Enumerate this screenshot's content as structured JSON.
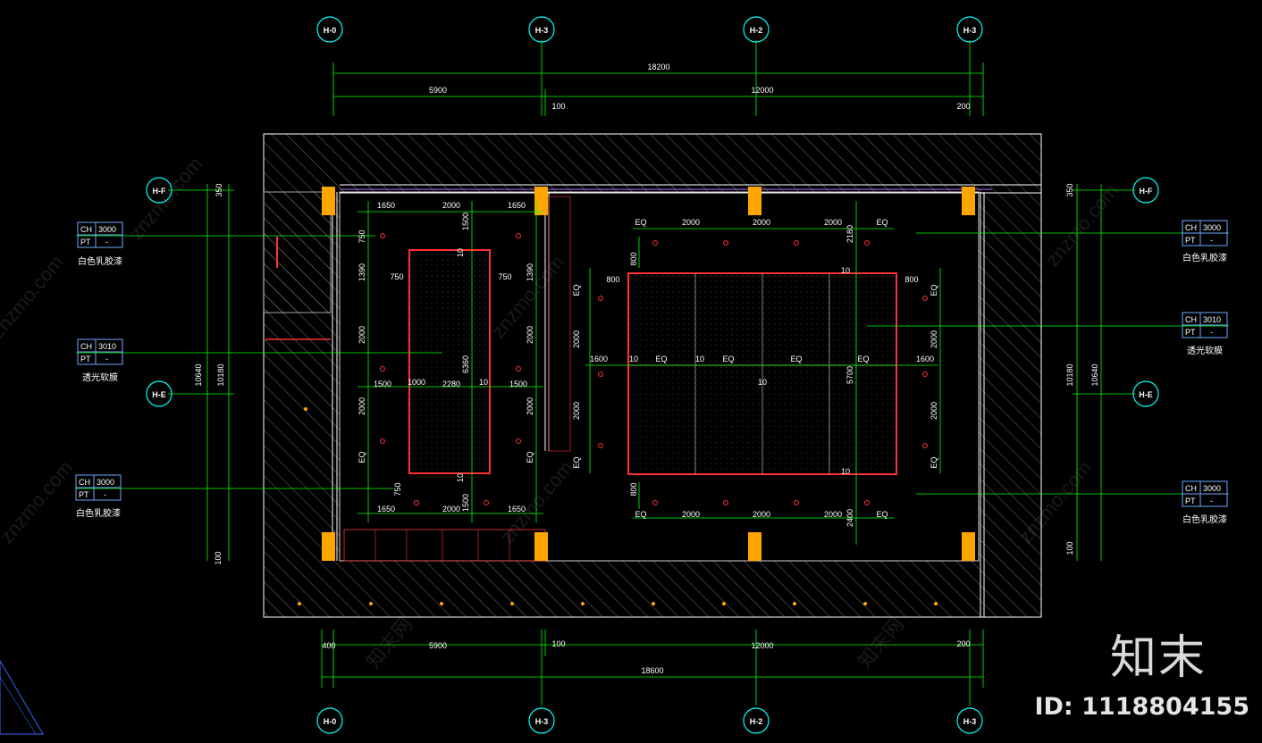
{
  "drawing": {
    "grid_labels": {
      "col1": "H-0",
      "col2": "H-3",
      "col3": "H-2",
      "col4": "H-3",
      "row1": "H-F",
      "row2": "H-E"
    },
    "dims_top": {
      "total": "18200",
      "left": "5900",
      "mid_gap": "100",
      "right": "12000",
      "right_edge": "200"
    },
    "dims_bottom": {
      "left_edge": "400",
      "left": "5900",
      "mid_gap": "100",
      "right": "12000",
      "right_edge": "200",
      "total": "18600"
    },
    "dims_left": {
      "top_edge": "350",
      "inner": "10180",
      "outer": "10640",
      "bottom_edge": "100"
    },
    "dims_right": {
      "top_edge": "350",
      "inner": "10180",
      "outer": "10640",
      "bottom_edge": "100"
    },
    "room_left": {
      "top_row": [
        "1650",
        "2000",
        "1650"
      ],
      "bottom_row": [
        "1650",
        "2000",
        "1650"
      ],
      "mid_row": [
        "1500",
        "1000",
        "2280",
        "10",
        "1500"
      ],
      "v_top": "1500",
      "v_mid": "6360",
      "v_bot": "1500",
      "left_col": [
        "750",
        "1390",
        "2000",
        "2000",
        "EQ",
        "750"
      ],
      "right_col": [
        "1390",
        "2000",
        "2000",
        "EQ"
      ],
      "inner": [
        "750",
        "750",
        "10",
        "10"
      ]
    },
    "room_right": {
      "top_row": [
        "EQ",
        "2000",
        "2000",
        "2000",
        "EQ"
      ],
      "bottom_row": [
        "EQ",
        "2000",
        "2000",
        "2000",
        "EQ"
      ],
      "mid_row": [
        "1600",
        "10",
        "EQ",
        "10",
        "EQ",
        "EQ",
        "EQ",
        "1600"
      ],
      "v_top": "2180",
      "v_mid": "5700",
      "v_bot": "2400",
      "side": [
        "800",
        "800",
        "800",
        "800",
        "EQ",
        "2000",
        "2000",
        "EQ"
      ],
      "inner": [
        "10",
        "10",
        "10"
      ]
    },
    "tags": [
      {
        "ch_label": "CH",
        "ch_value": "3000",
        "pt_label": "PT",
        "pt_value": "-",
        "caption": "白色乳胶漆"
      },
      {
        "ch_label": "CH",
        "ch_value": "3010",
        "pt_label": "PT",
        "pt_value": "-",
        "caption": "透光软膜"
      },
      {
        "ch_label": "CH",
        "ch_value": "3000",
        "pt_label": "PT",
        "pt_value": "-",
        "caption": "白色乳胶漆"
      },
      {
        "ch_label": "CH",
        "ch_value": "3000",
        "pt_label": "PT",
        "pt_value": "-",
        "caption": "白色乳胶漆"
      },
      {
        "ch_label": "CH",
        "ch_value": "3010",
        "pt_label": "PT",
        "pt_value": "-",
        "caption": "透光软膜"
      },
      {
        "ch_label": "CH",
        "ch_value": "3000",
        "pt_label": "PT",
        "pt_value": "-",
        "caption": "白色乳胶漆"
      }
    ],
    "watermark": "znzmo.com",
    "watermark_cn": "知末网"
  },
  "brand": "知末",
  "id_text": "ID: 1118804155",
  "colors": {
    "background": "#000000",
    "dim_line": "#00ff00",
    "wall": "#ffffff",
    "hatch": "#9a9a9a",
    "column": "#ffa500",
    "light_frame": "#ff3030",
    "grid_circle": "#00ffff",
    "tag_border": "#6fa8ff"
  }
}
